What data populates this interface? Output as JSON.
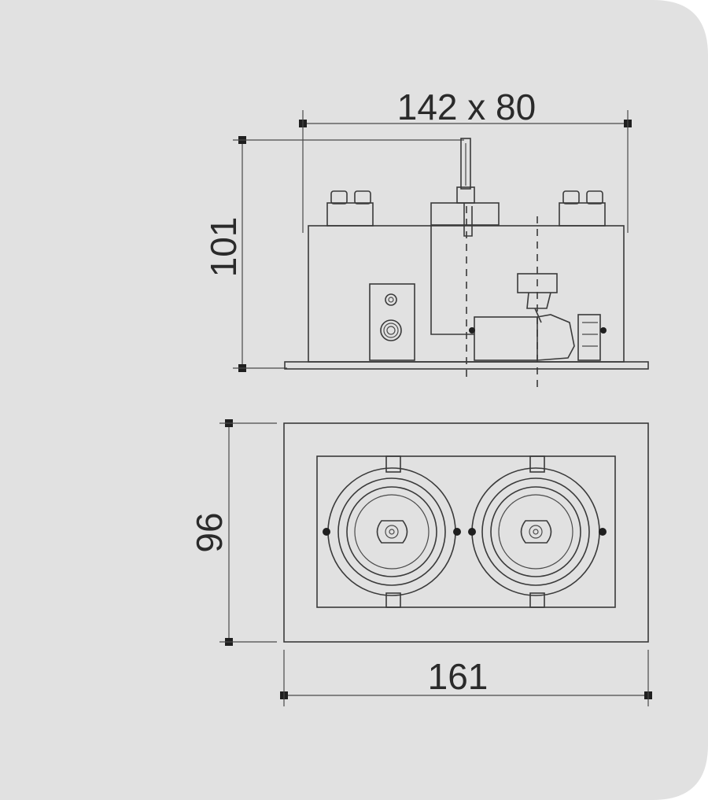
{
  "dimensions": {
    "cutout": "142 x 80",
    "height": "101",
    "depth": "96",
    "length": "161"
  },
  "colors": {
    "panel": "#e1e1e1",
    "line": "#3a3a3a",
    "background": "#ffffff"
  }
}
